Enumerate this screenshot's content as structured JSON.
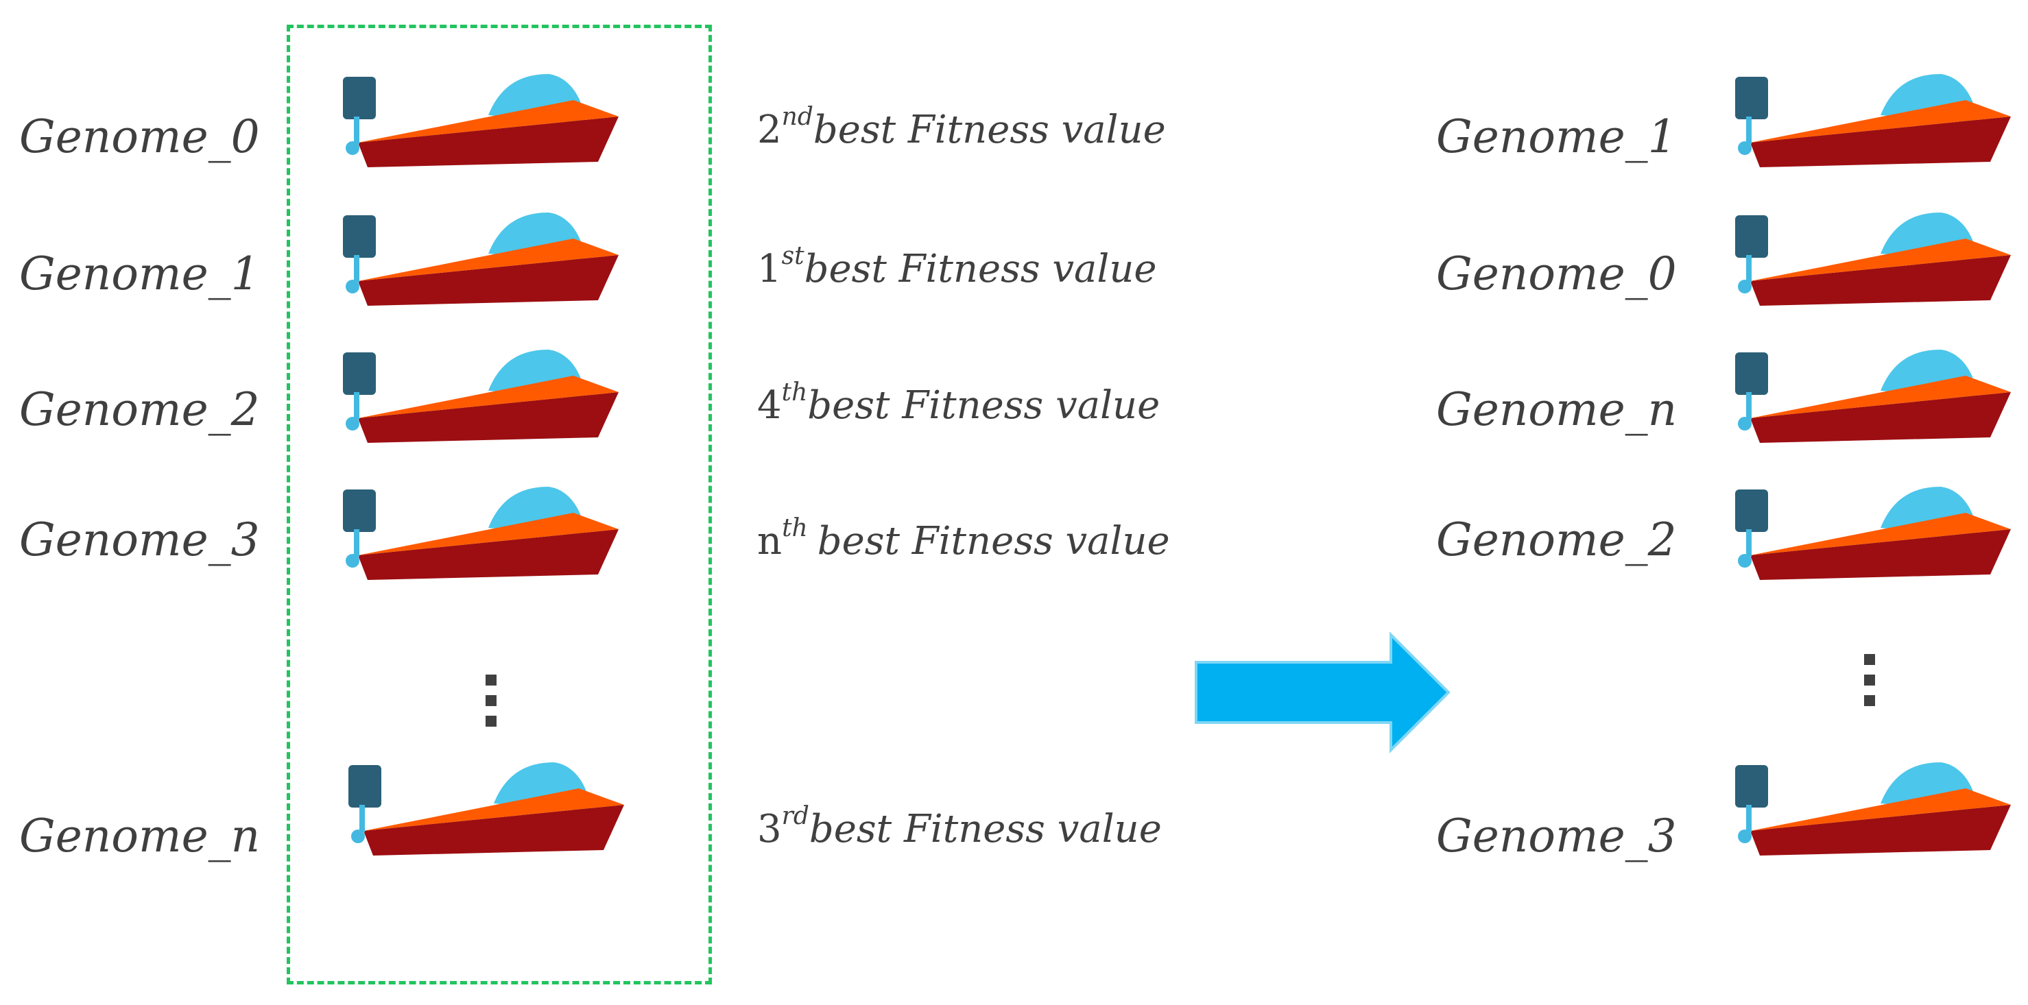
{
  "population": [
    {
      "genome": "Genome_0",
      "ordinal": "2",
      "suffix": "nd",
      "fitness_text": "best Fitness value"
    },
    {
      "genome": "Genome_1",
      "ordinal": "1",
      "suffix": "st",
      "fitness_text": "best Fitness value"
    },
    {
      "genome": "Genome_2",
      "ordinal": "4",
      "suffix": "th",
      "fitness_text": "best Fitness value"
    },
    {
      "genome": "Genome_3",
      "ordinal": "n",
      "suffix": "th",
      "fitness_text": "best Fitness value"
    },
    {
      "genome": "Genome_n",
      "ordinal": "3",
      "suffix": "rd",
      "fitness_text": "best Fitness value"
    }
  ],
  "sorted": [
    "Genome_1",
    "Genome_0",
    "Genome_n",
    "Genome_2",
    "Genome_3"
  ],
  "colors": {
    "hull_top": "#ff5a00",
    "hull_bottom": "#9c0e12",
    "windshield": "#4cc6ea",
    "motor": "#2b5f77",
    "propeller": "#43b9e2",
    "arrow": "#00b0f0",
    "selection_border": "#22c45e",
    "dots": "#404040"
  },
  "icons": {
    "boat": "speedboat-icon",
    "arrow": "right-arrow-icon",
    "ellipsis": "vertical-ellipsis-icon"
  }
}
